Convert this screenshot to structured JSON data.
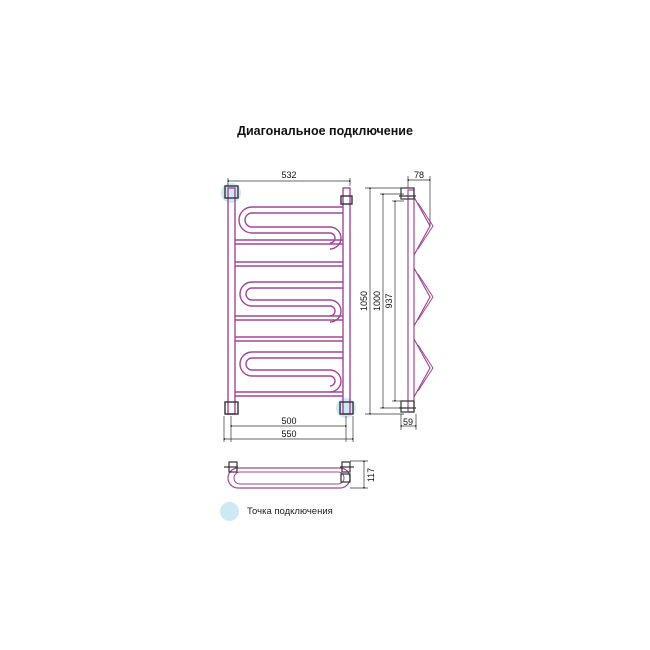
{
  "title": "Диагональное подключение",
  "dimensions": {
    "top_width": "532",
    "side_depth": "78",
    "height_total": "1050",
    "height_mid": "1000",
    "height_inner": "937",
    "inner_width": "500",
    "outer_width": "550",
    "bottom_offset": "59",
    "plan_depth": "117"
  },
  "legend": {
    "label": "Точка подключения",
    "color": "#cfe8f6"
  },
  "colors": {
    "tube": "#a24797",
    "line": "#222222",
    "connection": "#cfe8f6"
  }
}
